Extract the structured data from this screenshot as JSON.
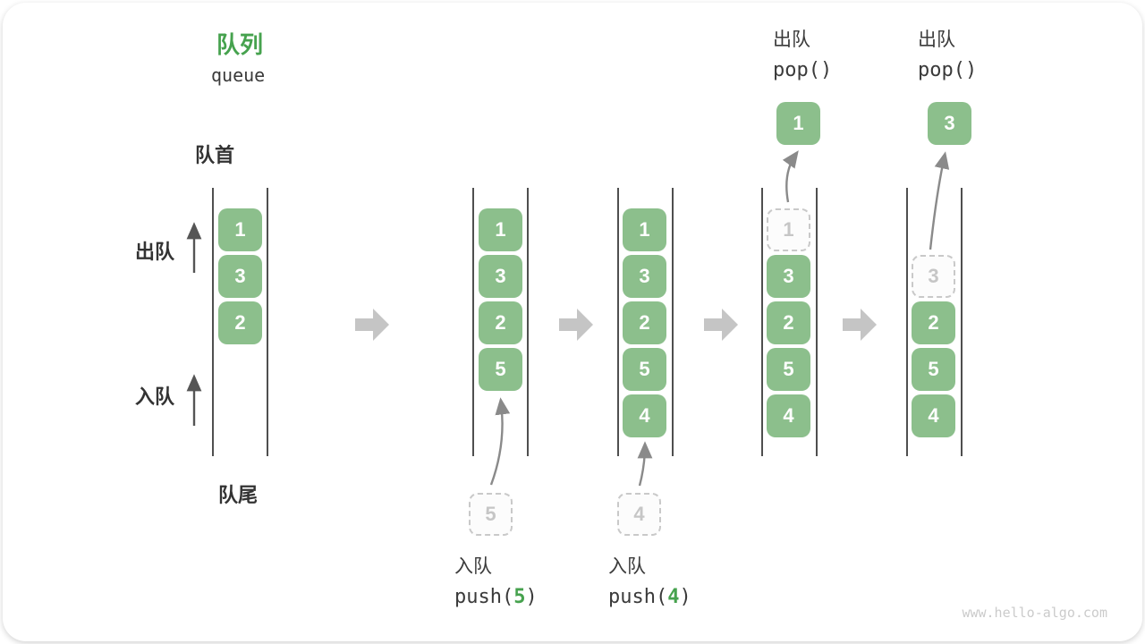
{
  "title": {
    "zh": "队列",
    "en": "queue"
  },
  "side_labels": {
    "front": "队首",
    "rear": "队尾",
    "dequeue": "出队",
    "enqueue": "入队"
  },
  "states": [
    {
      "name": "initial",
      "slots": [
        {
          "v": "1"
        },
        {
          "v": "3"
        },
        {
          "v": "2"
        }
      ]
    },
    {
      "name": "after-push-5",
      "slots": [
        {
          "v": "1"
        },
        {
          "v": "3"
        },
        {
          "v": "2"
        },
        {
          "v": "5"
        }
      ],
      "incoming": {
        "v": "5"
      },
      "op": {
        "label": "入队",
        "fn": "push(",
        "arg": "5",
        "close": ")"
      }
    },
    {
      "name": "after-push-4",
      "slots": [
        {
          "v": "1"
        },
        {
          "v": "3"
        },
        {
          "v": "2"
        },
        {
          "v": "5"
        },
        {
          "v": "4"
        }
      ],
      "incoming": {
        "v": "4"
      },
      "op": {
        "label": "入队",
        "fn": "push(",
        "arg": "4",
        "close": ")"
      }
    },
    {
      "name": "pop-1",
      "slots": [
        {
          "v": "1",
          "ghost": true
        },
        {
          "v": "3"
        },
        {
          "v": "2"
        },
        {
          "v": "5"
        },
        {
          "v": "4"
        }
      ],
      "popped": {
        "v": "1"
      },
      "op": {
        "label": "出队",
        "code": "pop()"
      }
    },
    {
      "name": "pop-3",
      "slots": [
        {
          "v": "3",
          "ghost": true
        },
        {
          "v": "2"
        },
        {
          "v": "5"
        },
        {
          "v": "4"
        }
      ],
      "popped": {
        "v": "3"
      },
      "op": {
        "label": "出队",
        "code": "pop()"
      }
    }
  ],
  "watermark": "www.hello-algo.com",
  "colors": {
    "box_green": "#8CBF8C",
    "accent_green": "#46A24E",
    "block_arrow_gray": "#C5C5C5",
    "channel_line": "#4F4F4F",
    "ghost_border": "#C9C9C9",
    "curve_arrow": "#8A8A8A",
    "text_dark": "#3B3B3B",
    "watermark_gray": "#CBCBCB"
  }
}
